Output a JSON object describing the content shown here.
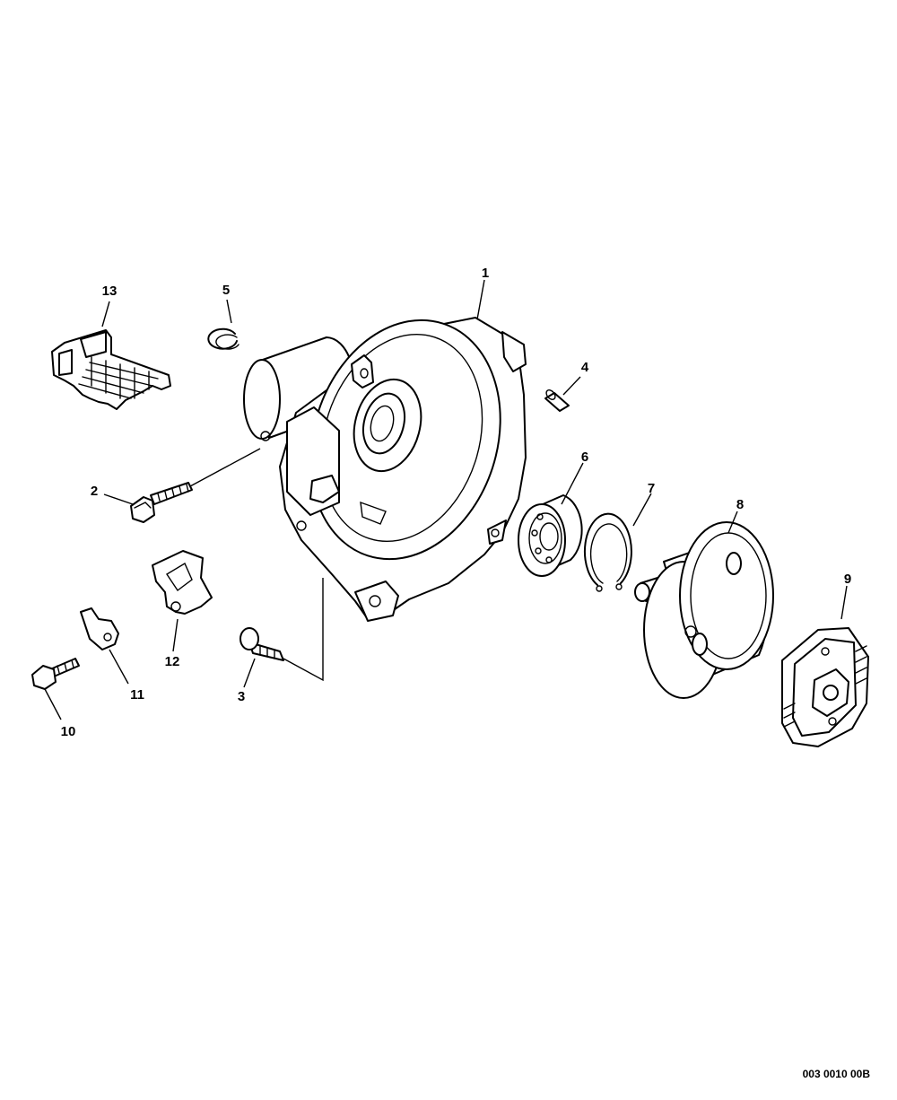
{
  "callouts": {
    "c1": "1",
    "c2": "2",
    "c3": "3",
    "c4": "4",
    "c5": "5",
    "c6": "6",
    "c7": "7",
    "c8": "8",
    "c9": "9",
    "c10": "10",
    "c11": "11",
    "c12": "12",
    "c13": "13"
  },
  "diagram_code": "003 0010 00B"
}
